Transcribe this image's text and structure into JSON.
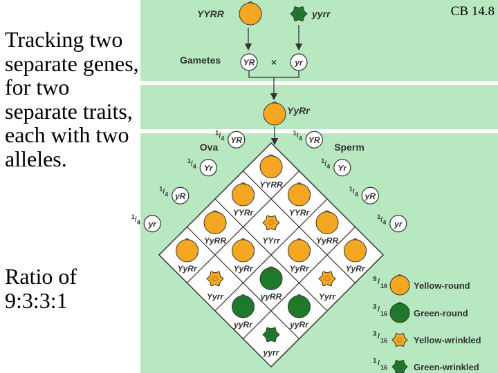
{
  "slide": {
    "reference": "CB 14.8",
    "caption": "Tracking two separate genes, for two separate traits, each with two alleles.",
    "ratio": "Ratio of 9:3:3:1"
  },
  "figure": {
    "colors": {
      "background": "#b8e8c0",
      "yellow": "#f5a623",
      "green": "#1e7a2a",
      "outline": "#333333"
    },
    "parents": {
      "left": {
        "genotype": "YYRR",
        "pea": "yellow-round"
      },
      "right": {
        "genotype": "yyrr",
        "pea": "green-wrinkled"
      }
    },
    "gametes": {
      "label": "Gametes",
      "left": "YR",
      "cross": "×",
      "right": "yr"
    },
    "f1": {
      "genotype": "YyRr",
      "pea": "yellow-round"
    },
    "ova_label": "Ova",
    "sperm_label": "Sperm",
    "fraction": "1/4",
    "ova": [
      "YR",
      "Yr",
      "yR",
      "yr"
    ],
    "sperm": [
      "YR",
      "Yr",
      "yR",
      "yr"
    ],
    "cells": [
      {
        "genotype": "YYRR",
        "pea": "yellow-round"
      },
      {
        "genotype": "YYRr",
        "pea": "yellow-round"
      },
      {
        "genotype": "YYRr",
        "pea": "yellow-round"
      },
      {
        "genotype": "YyRR",
        "pea": "yellow-round"
      },
      {
        "genotype": "YYrr",
        "pea": "yellow-wrinkled"
      },
      {
        "genotype": "YyRR",
        "pea": "yellow-round"
      },
      {
        "genotype": "YyRr",
        "pea": "yellow-round"
      },
      {
        "genotype": "YyRr",
        "pea": "yellow-round"
      },
      {
        "genotype": "YyRr",
        "pea": "yellow-round"
      },
      {
        "genotype": "YyRr",
        "pea": "yellow-round"
      },
      {
        "genotype": "Yyrr",
        "pea": "yellow-wrinkled"
      },
      {
        "genotype": "yyRR",
        "pea": "green-round"
      },
      {
        "genotype": "Yyrr",
        "pea": "yellow-wrinkled"
      },
      {
        "genotype": "yyRr",
        "pea": "green-round"
      },
      {
        "genotype": "yyRr",
        "pea": "green-round"
      },
      {
        "genotype": "yyrr",
        "pea": "green-wrinkled"
      }
    ],
    "legend": [
      {
        "num": "9",
        "den": "16",
        "pea": "yellow-round",
        "label": "Yellow-round"
      },
      {
        "num": "3",
        "den": "16",
        "pea": "green-round",
        "label": "Green-round"
      },
      {
        "num": "3",
        "den": "16",
        "pea": "yellow-wrinkled",
        "label": "Yellow-wrinkled"
      },
      {
        "num": "1",
        "den": "16",
        "pea": "green-wrinkled",
        "label": "Green-wrinkled"
      }
    ]
  }
}
